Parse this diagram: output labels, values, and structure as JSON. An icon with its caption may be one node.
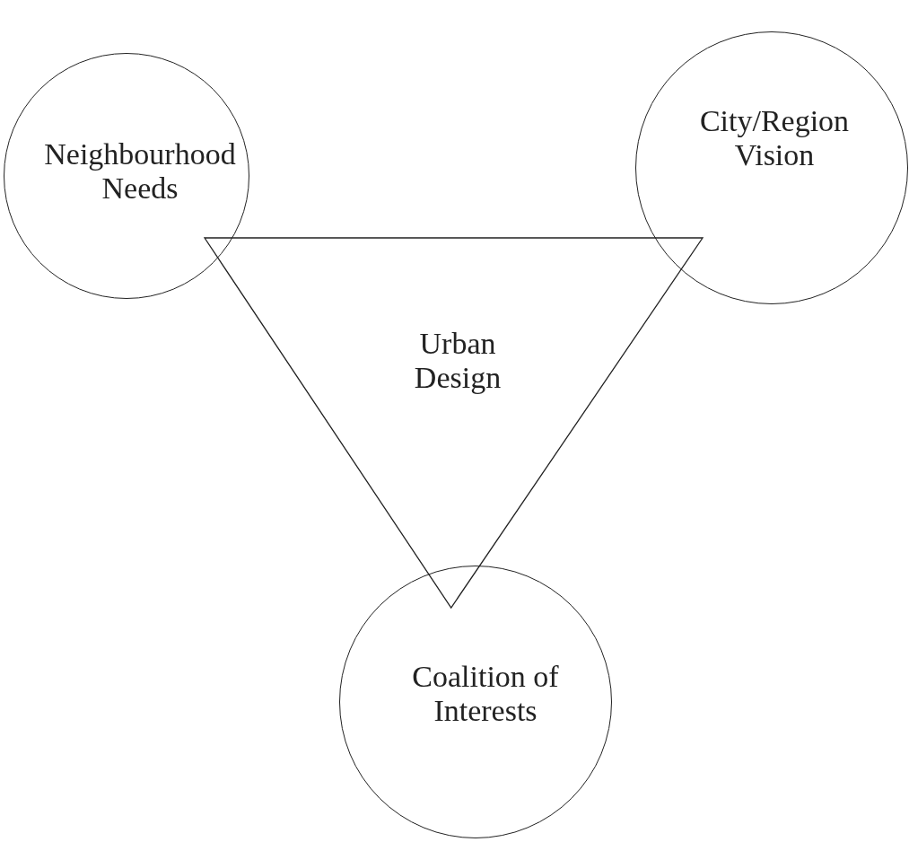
{
  "diagram": {
    "nodes": [
      {
        "text": [
          "Neighbourhood Needs"
        ]
      },
      {
        "text": [
          "City/Region Vision"
        ]
      },
      {
        "text": [
          "Urban Design"
        ]
      },
      {
        "text": [
          "Coalition of Interests"
        ]
      }
    ]
  }
}
